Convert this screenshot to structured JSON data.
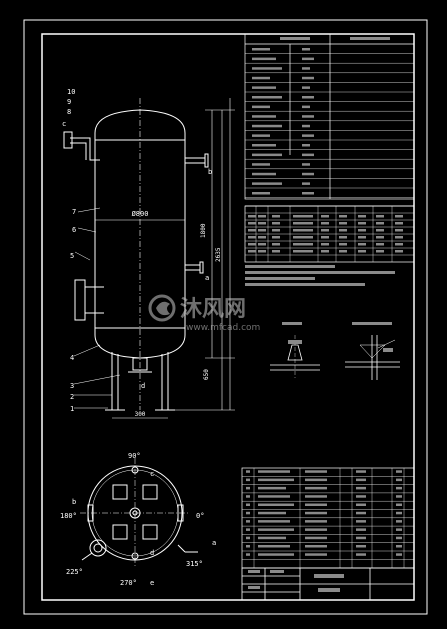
{
  "drawing": {
    "vessel": {
      "diameter_label": "Ø800",
      "height_labels": [
        "1800",
        "2635",
        "650",
        "300"
      ],
      "nozzle_labels": [
        "b",
        "c",
        "a",
        "d"
      ],
      "part_numbers": [
        "10",
        "9",
        "8",
        "7",
        "6",
        "5",
        "4",
        "3",
        "2",
        "1"
      ]
    },
    "plan_view": {
      "angles": [
        "90°",
        "180°",
        "0°",
        "225°",
        "270°",
        "315°"
      ],
      "nozzle_labels": [
        "a",
        "b",
        "c",
        "d",
        "e"
      ]
    },
    "detail_titles": [
      "",
      ""
    ]
  },
  "tables": {
    "design_header": "",
    "nozzle_header": "",
    "parts_header": ""
  },
  "title_block": {
    "name": "",
    "drawing_no": ""
  },
  "watermark": {
    "brand": "沐风网",
    "url": "www.mfcad.com"
  }
}
